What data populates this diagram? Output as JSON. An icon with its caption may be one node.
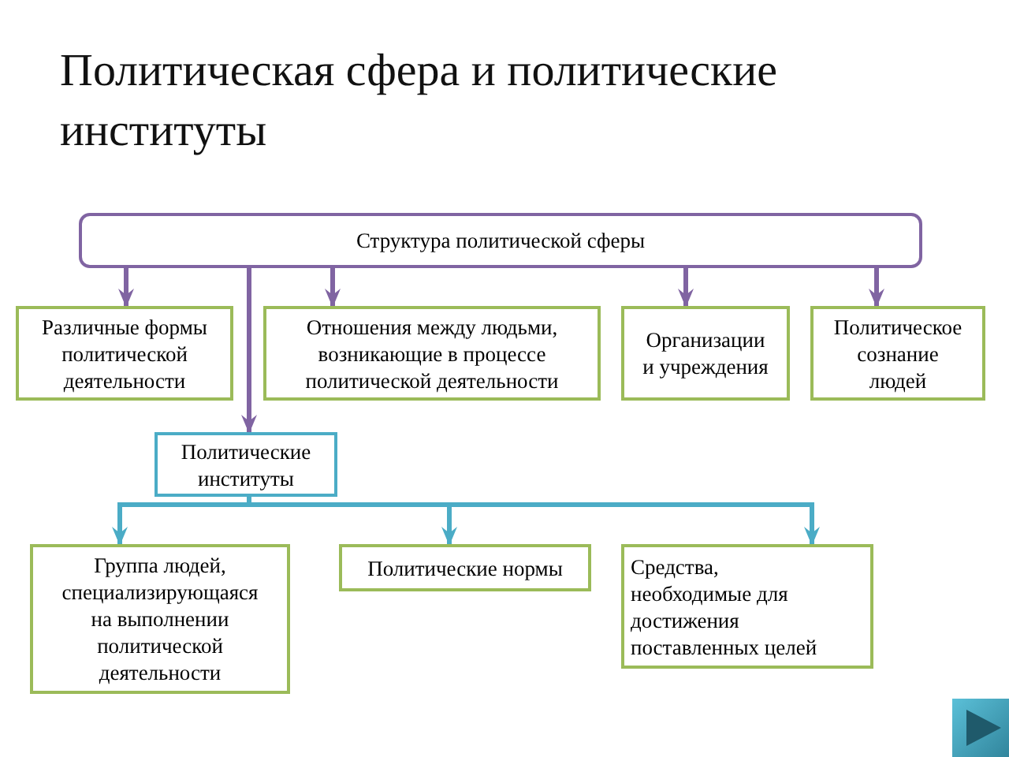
{
  "diagram": {
    "title": "Политическая сфера и политические институты",
    "nodes": [
      {
        "text": [
          "Структура политической сферы"
        ]
      },
      {
        "text": [
          "Различные формы политической деятельности"
        ]
      },
      {
        "text": [
          "Отношения между людьми, возникающие в процессе политической деятельности"
        ]
      },
      {
        "text": [
          "Организации и учреждения"
        ]
      },
      {
        "text": [
          "Политическое сознание людей"
        ]
      },
      {
        "text": [
          "Политические институты"
        ]
      },
      {
        "text": [
          "Группа людей, специализирующаяся на выполнении политической деятельности"
        ]
      },
      {
        "text": [
          "Политические нормы"
        ]
      },
      {
        "text": [
          "Средства, необходимые для достижения поставленных целей"
        ]
      }
    ],
    "edges": [
      {
        "from": 0,
        "to": 1,
        "arrow": "to"
      },
      {
        "from": 0,
        "to": 5,
        "arrow": "to"
      },
      {
        "from": 0,
        "to": 2,
        "arrow": "to"
      },
      {
        "from": 0,
        "to": 3,
        "arrow": "to"
      },
      {
        "from": 0,
        "to": 4,
        "arrow": "to"
      },
      {
        "from": 5,
        "to": 6,
        "arrow": "to",
        "color": "#4bacc6"
      },
      {
        "from": 5,
        "to": 7,
        "arrow": "to",
        "color": "#4bacc6"
      },
      {
        "from": 5,
        "to": 8,
        "arrow": "to",
        "color": "#4bacc6"
      }
    ]
  }
}
